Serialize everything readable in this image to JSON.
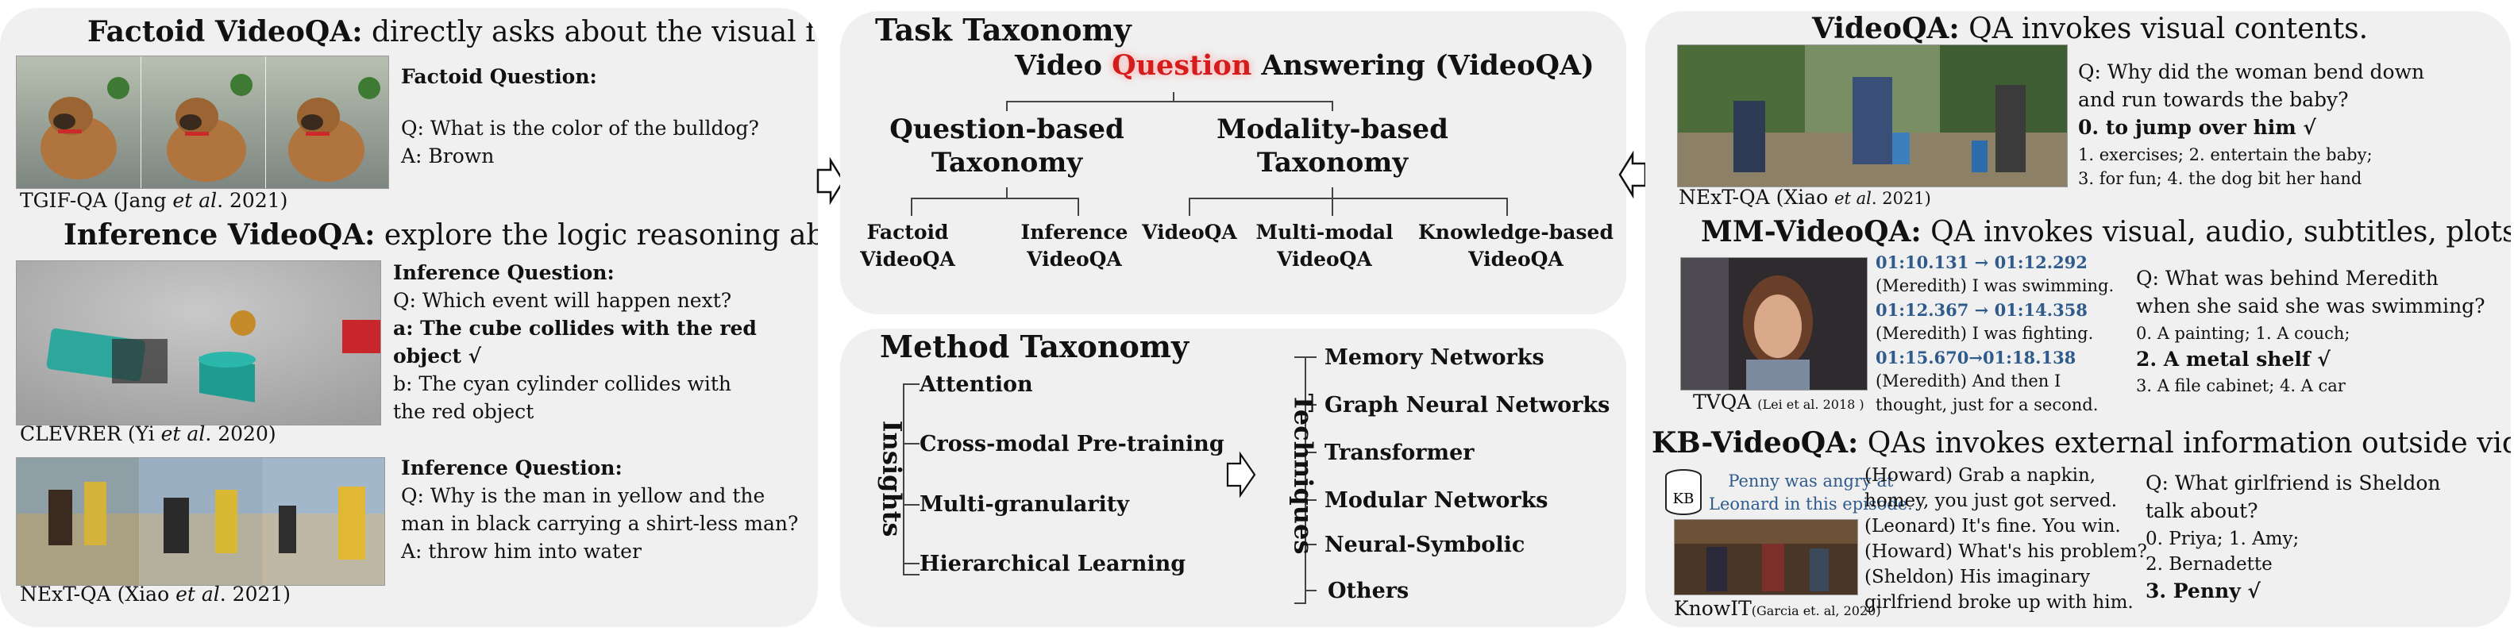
{
  "factoid": {
    "heading_bold": "Factoid VideoQA:",
    "heading_rest": " directly asks about the visual fact.",
    "question_label": "Factoid Question:",
    "q": "Q: What is the color of the bulldog?",
    "a": "A: Brown",
    "source_pre": "TGIF-QA (Jang ",
    "source_et": "et al",
    "source_post": ". 2021)"
  },
  "inference": {
    "heading_bold": "Inference VideoQA:",
    "heading_rest": " explore the logic reasoning ability.",
    "ex1": {
      "question_label": "Inference Question:",
      "q": "Q: Which event will happen next?",
      "a_line1": "a: The cube collides with the red",
      "a_line2": "object  √",
      "b_line1": "b:  The cyan cylinder collides with",
      "b_line2": "the red object",
      "source_pre": "CLEVRER (Yi ",
      "source_et": "et al",
      "source_post": ". 2020)"
    },
    "ex2": {
      "question_label": "Inference Question:",
      "q_line1": "Q: Why is the man in yellow and the",
      "q_line2": "man in black carrying a shirt-less man?",
      "a": "A: throw him into water",
      "source_pre": "NExT-QA (Xiao ",
      "source_et": "et al",
      "source_post": ". 2021)"
    }
  },
  "task_taxonomy": {
    "title": "Task Taxonomy",
    "root_pre": "Video ",
    "root_highlight": "Question",
    "root_post": " Answering (VideoQA)",
    "branch_question": [
      "Question-based",
      "Taxonomy"
    ],
    "branch_modality": [
      "Modality-based",
      "Taxonomy"
    ],
    "leaves": {
      "factoid": [
        "Factoid",
        "VideoQA"
      ],
      "inference": [
        "Inference",
        "VideoQA"
      ],
      "videoqa": [
        "VideoQA"
      ],
      "multimodal": [
        "Multi-modal",
        "VideoQA"
      ],
      "knowledge": [
        "Knowledge-based",
        "VideoQA"
      ]
    }
  },
  "method_taxonomy": {
    "title": "Method Taxonomy",
    "insights_label": "Insights",
    "techniques_label": "Techniques",
    "insights": [
      "Attention",
      "Cross-modal Pre-training",
      "Multi-granularity",
      "Hierarchical Learning"
    ],
    "techniques": [
      "Memory Networks",
      "Graph Neural Networks",
      "Transformer",
      "Modular Networks",
      "Neural-Symbolic",
      "Others"
    ]
  },
  "videoqa": {
    "heading_bold": "VideoQA:",
    "heading_rest": " QA invokes visual contents.",
    "q_line1": "Q:   Why did the woman bend down",
    "q_line2": "and run towards the baby?",
    "answer": "0. to jump over him √",
    "opt_line1": "1. exercises; 2. entertain the baby;",
    "opt_line2": "3. for fun; 4. the dog bit her hand",
    "source_pre": "NExT-QA (Xiao ",
    "source_et": "et al",
    "source_post": ". 2021)"
  },
  "mm_videoqa": {
    "heading_bold": "MM-VideoQA:",
    "heading_rest": " QA invokes visual, audio, subtitles, plots.",
    "subtitles": [
      {
        "time": "01:10.131 → 01:12.292",
        "text": "(Meredith) I was swimming."
      },
      {
        "time": "01:12.367 → 01:14.358",
        "text": "(Meredith) I was fighting."
      },
      {
        "time": "01:15.670→01:18.138",
        "text": "(Meredith) And then I"
      }
    ],
    "subtitle_tail": "thought, just for a second.",
    "q_line1": "Q:   What was behind Meredith",
    "q_line2": "when she said she was swimming?",
    "opt_line1": "0. A painting;   1. A couch;",
    "answer": "2. A metal shelf √",
    "opt_line2": "3. A file cabinet; 4. A car",
    "source_pre": "TVQA ",
    "source_small": "(Lei et al. 2018 )"
  },
  "kb_videoqa": {
    "heading_bold": "KB-VideoQA:",
    "heading_rest": " QAs invokes external information outside video.",
    "kb_icon": "KB",
    "kb_note_line1": "Penny was angry at",
    "kb_note_line2": "Leonard in this episode.",
    "dialog": [
      "(Howard) Grab a napkin,",
      "homey, you just got served.",
      "(Leonard) It's fine. You win.",
      "(Howard) What's his problem?",
      "(Sheldon) His imaginary",
      "girlfriend broke up with him."
    ],
    "q_line1": "Q: What girlfriend is Sheldon",
    "q_line2": "talk about?",
    "opt_line1": "0. Priya; 1. Amy;",
    "opt_line2": "2. Bernadette",
    "answer": "3. Penny √",
    "source_pre": "KnowIT",
    "source_small": "(Garcia et. al, 2020)"
  },
  "colors": {
    "panel": "#f0f0f0",
    "highlight": "#d41c1c",
    "timestamp": "#2f5b8c"
  }
}
